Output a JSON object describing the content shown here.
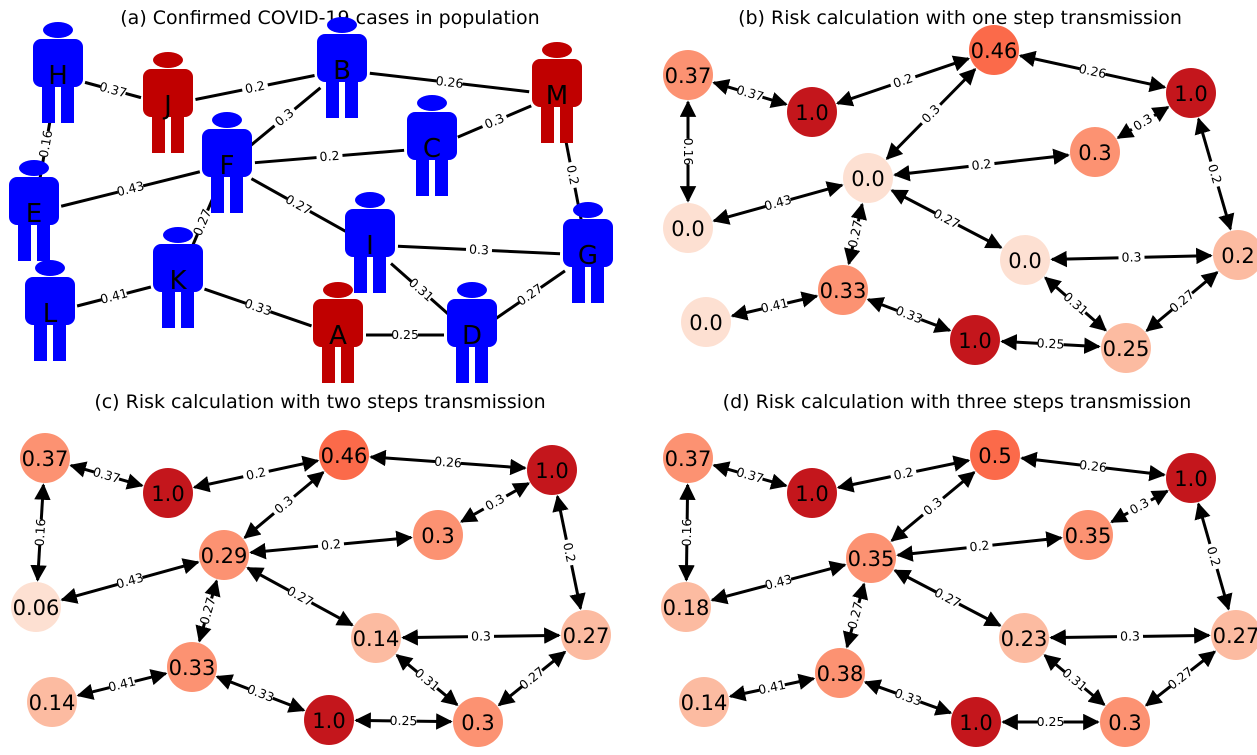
{
  "panels": [
    {
      "id": "a",
      "title": "(a) Confirmed COVID-19 cases in population",
      "kind": "people",
      "nodes": [
        {
          "id": "H",
          "label": "H",
          "status": "healthy"
        },
        {
          "id": "J",
          "label": "J",
          "status": "confirmed"
        },
        {
          "id": "B",
          "label": "B",
          "status": "healthy"
        },
        {
          "id": "M",
          "label": "M",
          "status": "confirmed"
        },
        {
          "id": "C",
          "label": "C",
          "status": "healthy"
        },
        {
          "id": "F",
          "label": "F",
          "status": "healthy"
        },
        {
          "id": "E",
          "label": "E",
          "status": "healthy"
        },
        {
          "id": "I",
          "label": "I",
          "status": "healthy"
        },
        {
          "id": "G",
          "label": "G",
          "status": "healthy"
        },
        {
          "id": "K",
          "label": "K",
          "status": "healthy"
        },
        {
          "id": "L",
          "label": "L",
          "status": "healthy"
        },
        {
          "id": "A",
          "label": "A",
          "status": "confirmed"
        },
        {
          "id": "D",
          "label": "D",
          "status": "healthy"
        }
      ]
    },
    {
      "id": "b",
      "title": "(b) Risk calculation with one step transmission",
      "kind": "risk",
      "nodes": [
        {
          "id": "H",
          "label": "0.37"
        },
        {
          "id": "J",
          "label": "1.0"
        },
        {
          "id": "B",
          "label": "0.46"
        },
        {
          "id": "M",
          "label": "1.0"
        },
        {
          "id": "C",
          "label": "0.3"
        },
        {
          "id": "F",
          "label": "0.0"
        },
        {
          "id": "E",
          "label": "0.0"
        },
        {
          "id": "I",
          "label": "0.0"
        },
        {
          "id": "G",
          "label": "0.2"
        },
        {
          "id": "K",
          "label": "0.33"
        },
        {
          "id": "L",
          "label": "0.0"
        },
        {
          "id": "A",
          "label": "1.0"
        },
        {
          "id": "D",
          "label": "0.25"
        }
      ]
    },
    {
      "id": "c",
      "title": "(c) Risk calculation with two steps transmission",
      "kind": "risk",
      "nodes": [
        {
          "id": "H",
          "label": "0.37"
        },
        {
          "id": "J",
          "label": "1.0"
        },
        {
          "id": "B",
          "label": "0.46"
        },
        {
          "id": "M",
          "label": "1.0"
        },
        {
          "id": "C",
          "label": "0.3"
        },
        {
          "id": "F",
          "label": "0.29"
        },
        {
          "id": "E",
          "label": "0.06"
        },
        {
          "id": "I",
          "label": "0.14"
        },
        {
          "id": "G",
          "label": "0.27"
        },
        {
          "id": "K",
          "label": "0.33"
        },
        {
          "id": "L",
          "label": "0.14"
        },
        {
          "id": "A",
          "label": "1.0"
        },
        {
          "id": "D",
          "label": "0.3"
        }
      ]
    },
    {
      "id": "d",
      "title": "(d) Risk calculation with three steps transmission",
      "kind": "risk",
      "nodes": [
        {
          "id": "H",
          "label": "0.37"
        },
        {
          "id": "J",
          "label": "1.0"
        },
        {
          "id": "B",
          "label": "0.5"
        },
        {
          "id": "M",
          "label": "1.0"
        },
        {
          "id": "C",
          "label": "0.35"
        },
        {
          "id": "F",
          "label": "0.35"
        },
        {
          "id": "E",
          "label": "0.18"
        },
        {
          "id": "I",
          "label": "0.23"
        },
        {
          "id": "G",
          "label": "0.27"
        },
        {
          "id": "K",
          "label": "0.38"
        },
        {
          "id": "L",
          "label": "0.14"
        },
        {
          "id": "A",
          "label": "1.0"
        },
        {
          "id": "D",
          "label": "0.3"
        }
      ]
    }
  ],
  "edges": [
    {
      "from": "H",
      "to": "J",
      "weight": "0.37"
    },
    {
      "from": "J",
      "to": "B",
      "weight": "0.2"
    },
    {
      "from": "B",
      "to": "M",
      "weight": "0.26"
    },
    {
      "from": "H",
      "to": "E",
      "weight": "0.16"
    },
    {
      "from": "F",
      "to": "B",
      "weight": "0.3"
    },
    {
      "from": "C",
      "to": "M",
      "weight": "0.3"
    },
    {
      "from": "F",
      "to": "C",
      "weight": "0.2"
    },
    {
      "from": "M",
      "to": "G",
      "weight": "0.2"
    },
    {
      "from": "E",
      "to": "F",
      "weight": "0.43"
    },
    {
      "from": "F",
      "to": "I",
      "weight": "0.27"
    },
    {
      "from": "K",
      "to": "F",
      "weight": "0.27"
    },
    {
      "from": "I",
      "to": "G",
      "weight": "0.3"
    },
    {
      "from": "L",
      "to": "K",
      "weight": "0.41"
    },
    {
      "from": "K",
      "to": "A",
      "weight": "0.33"
    },
    {
      "from": "I",
      "to": "D",
      "weight": "0.31"
    },
    {
      "from": "D",
      "to": "G",
      "weight": "0.27"
    },
    {
      "from": "A",
      "to": "D",
      "weight": "0.25"
    }
  ],
  "colors": {
    "healthy_person": "#0000ff",
    "confirmed_person": "#c00000",
    "risk_scale": [
      "#fde0d2",
      "#fcbba1",
      "#fc9272",
      "#fb6a4a",
      "#c4161c"
    ],
    "edge": "#000000"
  }
}
